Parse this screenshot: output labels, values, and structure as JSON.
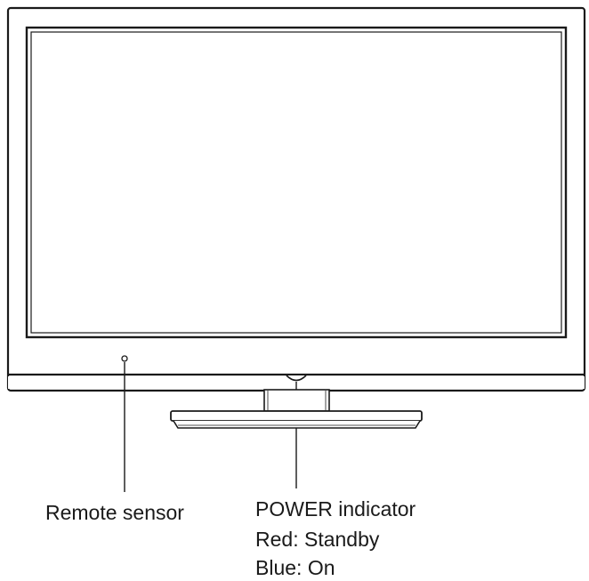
{
  "labels": {
    "remote_sensor": "Remote sensor",
    "power_indicator": "POWER indicator",
    "power_standby": "Red: Standby",
    "power_on": "Blue: On"
  },
  "colors": {
    "line": "#1a1a1a",
    "background": "#ffffff"
  }
}
